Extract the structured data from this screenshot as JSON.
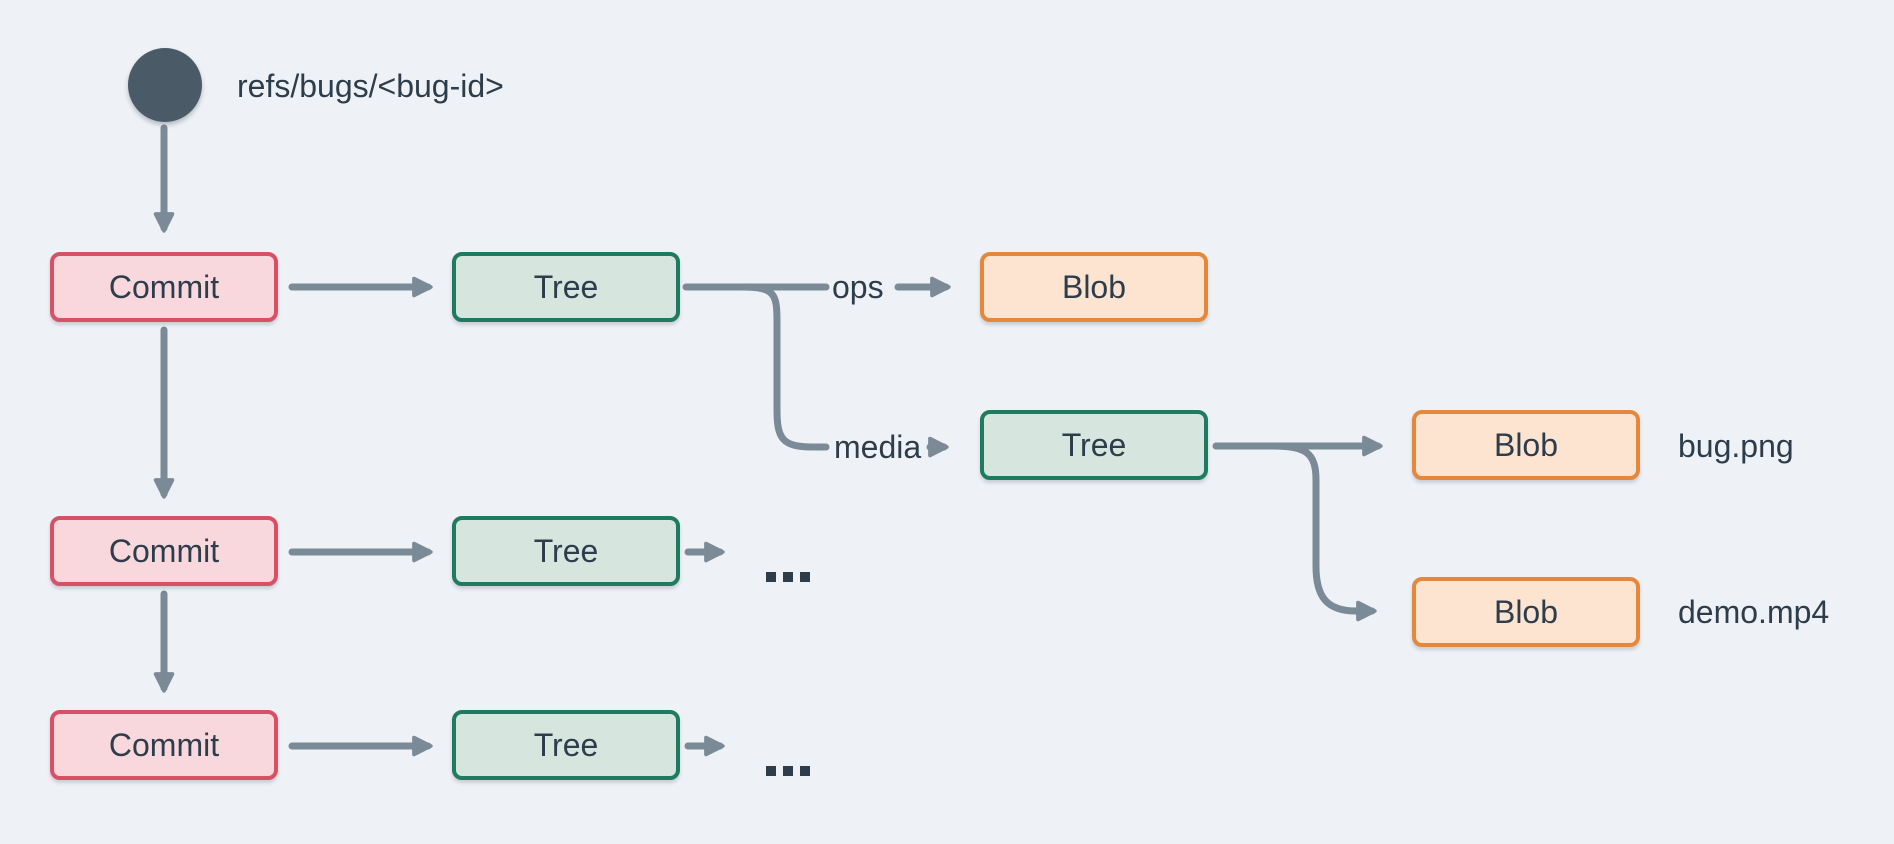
{
  "colors": {
    "background": "#eef1f5",
    "arrow": "#7b8a97",
    "text": "#2e3d4b",
    "ref_circle": "#4a5a67",
    "commit_fill": "#f8d8dd",
    "commit_border": "#d94f63",
    "tree_fill": "#d7e5df",
    "tree_border": "#1e7b60",
    "blob_fill": "#fce4d1",
    "blob_border": "#e5883e"
  },
  "ref": {
    "label": "refs/bugs/<bug-id>"
  },
  "nodes": {
    "commit1": {
      "label": "Commit",
      "type": "commit"
    },
    "commit2": {
      "label": "Commit",
      "type": "commit"
    },
    "commit3": {
      "label": "Commit",
      "type": "commit"
    },
    "tree1": {
      "label": "Tree",
      "type": "tree"
    },
    "tree_media": {
      "label": "Tree",
      "type": "tree"
    },
    "tree2": {
      "label": "Tree",
      "type": "tree"
    },
    "tree3": {
      "label": "Tree",
      "type": "tree"
    },
    "blob_ops": {
      "label": "Blob",
      "type": "blob"
    },
    "blob_bug": {
      "label": "Blob",
      "type": "blob"
    },
    "blob_demo": {
      "label": "Blob",
      "type": "blob"
    }
  },
  "edge_labels": {
    "ops": "ops",
    "media": "media"
  },
  "file_labels": {
    "bug": "bug.png",
    "demo": "demo.mp4"
  },
  "ellipsis": {
    "row2": "...",
    "row3": "..."
  }
}
